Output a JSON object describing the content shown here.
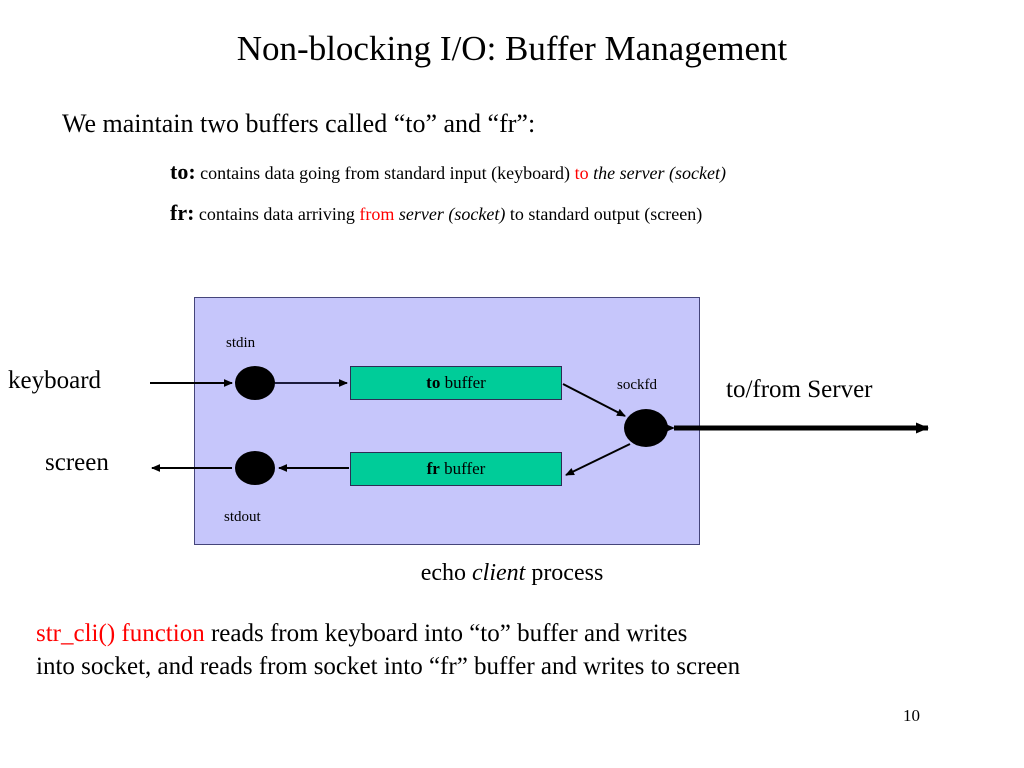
{
  "slide": {
    "title": "Non-blocking I/O: Buffer Management",
    "page_number": "10",
    "intro": "We maintain two buffers called “to” and “fr”:",
    "bullets": [
      {
        "key": "to:",
        "part1": "contains data going from standard input (keyboard)",
        "highlight": "to",
        "part2": "the server (socket)"
      },
      {
        "key": "fr:",
        "part1": "contains data arriving",
        "highlight": "from",
        "part2": "server (socket)",
        "part3": "to standard output (screen)"
      }
    ],
    "caption": {
      "pre": "echo",
      "italic": "client",
      "post": "process"
    },
    "footer": {
      "highlight": "str_cli() function",
      "line1_rest": " reads from keyboard into “to” buffer and writes",
      "line2": "into socket, and reads from socket into “fr” buffer and writes to screen"
    },
    "side_labels": {
      "keyboard": "keyboard",
      "screen": "screen",
      "server": "to/from Server"
    },
    "diagram": {
      "labels": {
        "stdin": "stdin",
        "stdout": "stdout",
        "sockfd": "sockfd"
      },
      "buffers": [
        {
          "name": "to",
          "suffix": " buffer"
        },
        {
          "name": "fr",
          "suffix": " buffer"
        }
      ]
    },
    "colors": {
      "panel_fill": "#c6c6fb",
      "panel_border": "#45457a",
      "buffer_fill": "#00cc99",
      "buffer_border": "#2d2d55",
      "accent_red": "#ff0000",
      "node_fill": "#000000",
      "text": "#000000",
      "background": "#ffffff"
    }
  }
}
